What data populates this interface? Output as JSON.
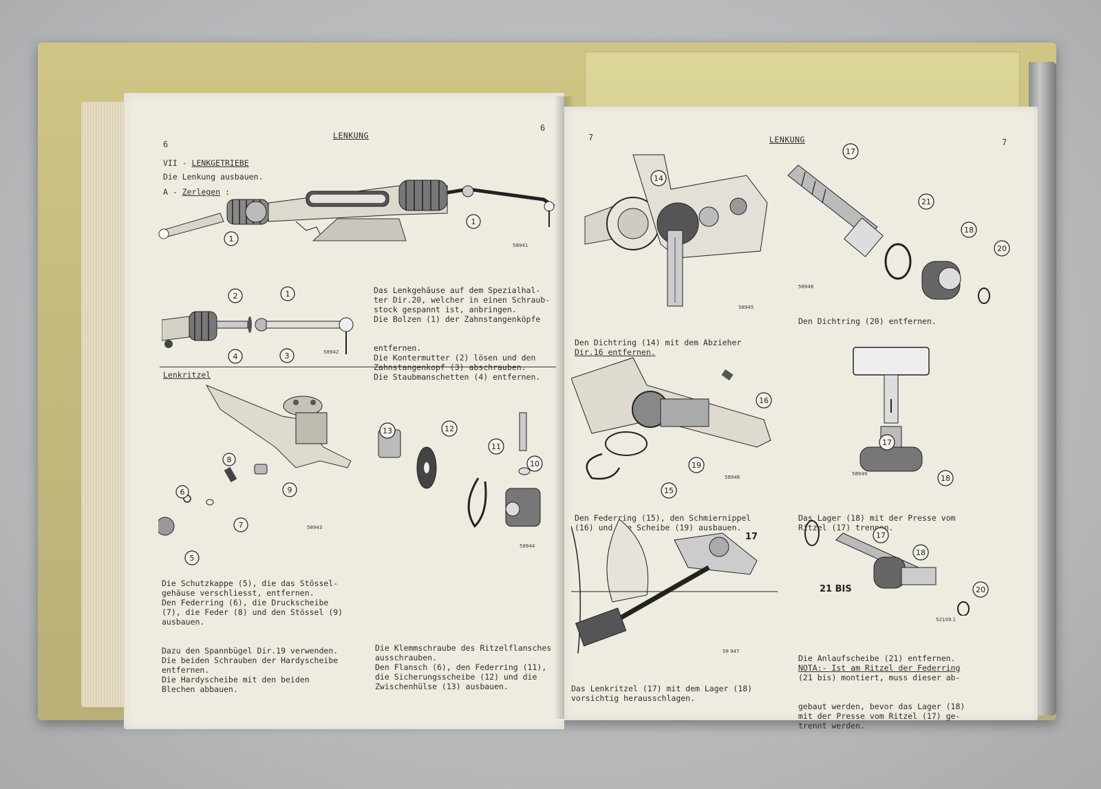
{
  "left_page": {
    "page_number_left": "6",
    "page_number_right": "6",
    "header": "LENKUNG",
    "section_title_prefix": "VII - ",
    "section_title": "LENKGETRIEBE",
    "intro": "Die Lenkung ausbauen.",
    "step_prefix": "A - ",
    "step_title": "Zerlegen",
    "step_colon": " :",
    "fig1": {
      "code": "58941",
      "callouts": [
        "1",
        "1"
      ]
    },
    "fig2": {
      "code": "58942",
      "callouts": [
        "2",
        "1",
        "4",
        "3"
      ]
    },
    "para1": [
      "Das Lenkgehäuse auf dem Spezialhal-",
      "ter Dir.20, welcher in einen Schraub-",
      "stock gespannt ist, anbringen.",
      "Die Bolzen (1) der Zahnstangenköpfe",
      "entfernen.",
      "Die Kontermutter (2) lösen und den",
      "Zahnstangenkopf (3) abschrauben.",
      "Die Staubmanschetten (4) entfernen."
    ],
    "subsection": "Lenkritzel",
    "fig3": {
      "code": "58943",
      "callouts": [
        "8",
        "9",
        "6",
        "7",
        "5"
      ]
    },
    "fig4": {
      "code": "58944",
      "callouts": [
        "13",
        "12",
        "11",
        "10"
      ]
    },
    "para2": [
      "Die Schutzkappe (5), die das Stössel-",
      "gehäuse verschliesst, entfernen.",
      "Den Federring (6), die Druckscheibe",
      "(7), die Feder (8) und den Stössel (9)",
      "ausbauen.",
      "Dazu den Spannbügel Dir.19 verwenden.",
      "Die beiden Schrauben der Hardyscheibe",
      "entfernen.",
      "Die Hardyscheibe mit den beiden",
      "Blechen abbauen."
    ],
    "para3": [
      "Die Klemmschraube des Ritzelflansches",
      "ausschrauben.",
      "Den Flansch (6), den Federring (11),",
      "die Sicherungsscheibe (12) und die",
      "Zwischenhülse (13) ausbauen."
    ]
  },
  "right_page": {
    "page_number_left": "7",
    "page_number_right": "7",
    "header": "LENKUNG",
    "fig5": {
      "code": "58945",
      "callouts": [
        "14"
      ]
    },
    "caption5": [
      "Den Dichtring (14) mit dem Abzieher",
      "Dir.16 entfernen."
    ],
    "fig6": {
      "code": "58948",
      "callouts": [
        "17",
        "21",
        "18",
        "20"
      ]
    },
    "caption6": [
      "Den Dichtring (20) entfernen."
    ],
    "fig7": {
      "code": "58946",
      "callouts": [
        "16",
        "19",
        "15"
      ]
    },
    "caption7": [
      "Den Federring (15), den Schmiernippel",
      "(16) und die Scheibe (19) ausbauen."
    ],
    "fig8": {
      "code": "58949",
      "callouts": [
        "17",
        "18"
      ]
    },
    "caption8": [
      "Das Lager (18) mit der Presse vom",
      "Ritzel (17) trennen."
    ],
    "fig9": {
      "code": "58 947",
      "callouts": [
        "17"
      ]
    },
    "caption9": [
      "Das Lenkritzel (17) mit dem Lager (18)",
      "vorsichtig herausschlagen."
    ],
    "fig10": {
      "code": "52109.1",
      "callouts": [
        "17",
        "18",
        "21 BIS",
        "20"
      ]
    },
    "caption10": [
      "Die Anlaufscheibe (21) entfernen.",
      "NOTA:- Ist am Ritzel der Federring",
      "(21 bis) montiert, muss dieser ab-",
      "gebaut werden, bevor das Lager (18)",
      "mit der Presse vom Ritzel (17) ge-",
      "trennt werden."
    ]
  }
}
